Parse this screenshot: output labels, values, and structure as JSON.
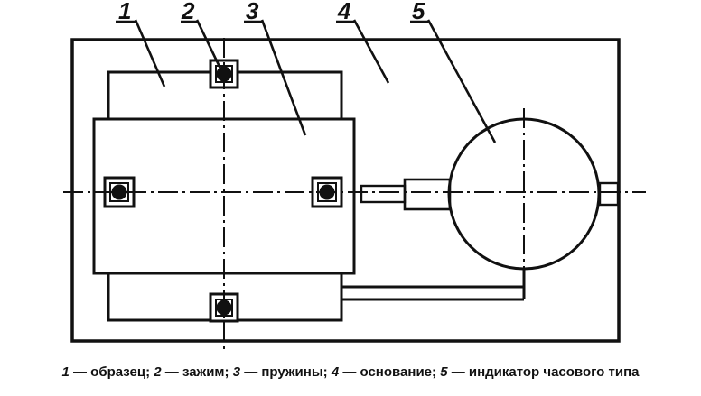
{
  "figure": {
    "labels": [
      {
        "id": "1",
        "text": "1"
      },
      {
        "id": "2",
        "text": "2"
      },
      {
        "id": "3",
        "text": "3"
      },
      {
        "id": "4",
        "text": "4"
      },
      {
        "id": "5",
        "text": "5"
      }
    ],
    "legend": [
      {
        "num": "1",
        "text": " — образец; "
      },
      {
        "num": "2",
        "text": " — зажим; "
      },
      {
        "num": "3",
        "text": " — пружины; "
      },
      {
        "num": "4",
        "text": " — основание; "
      },
      {
        "num": "5",
        "text": " — индикатор часового типа"
      }
    ]
  }
}
